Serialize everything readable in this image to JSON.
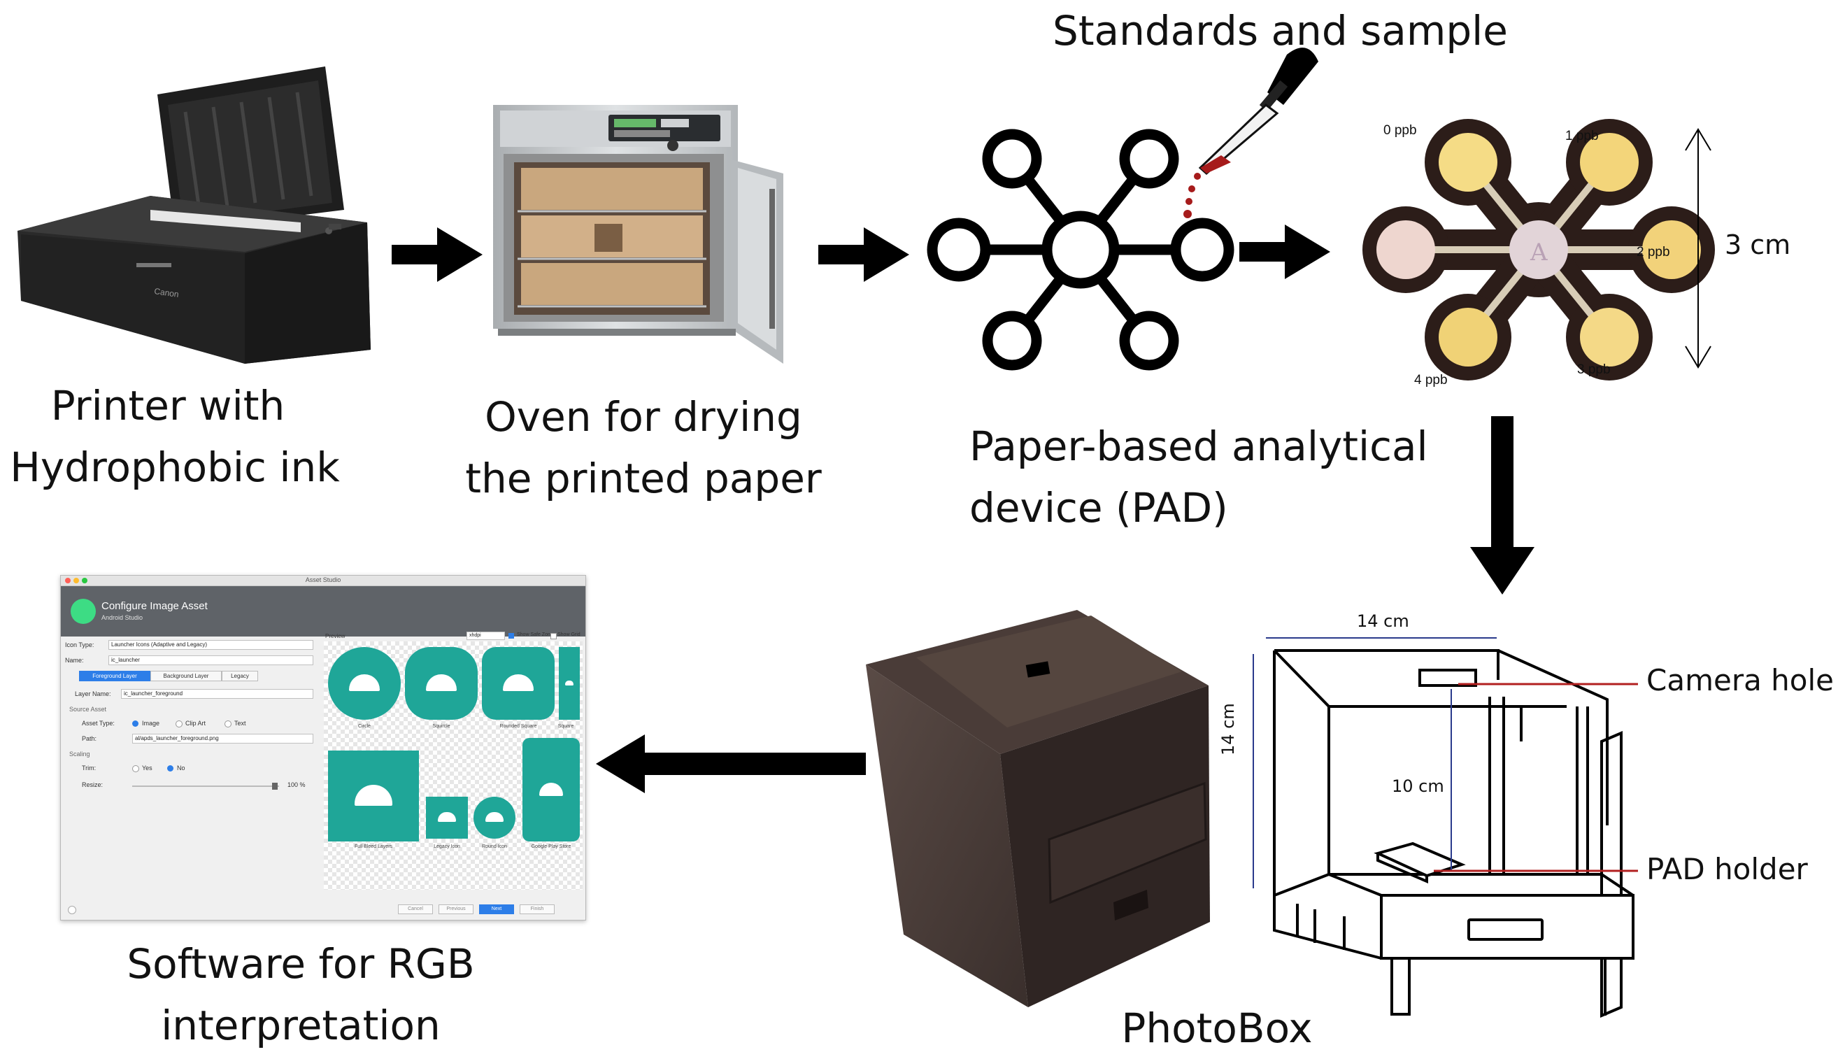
{
  "labels": {
    "printer_line1": "Printer with",
    "printer_line2": "Hydrophobic ink",
    "oven_line1": "Oven for drying",
    "oven_line2": "the printed paper",
    "pad_line1": "Paper-based analytical",
    "pad_line2": "device (PAD)",
    "standards": "Standards and sample",
    "software_line1": "Software for RGB",
    "software_line2": "interpretation",
    "photobox": "PhotoBox"
  },
  "pad_photo": {
    "spots": [
      "0 ppb",
      "1 ppb",
      "2 ppb",
      "3 ppb",
      "4 ppb"
    ],
    "size": "3 cm"
  },
  "photobox_diagram": {
    "width": "14 cm",
    "height": "14 cm",
    "distance": "10 cm",
    "camera_hole": "Camera hole",
    "pad_holder": "PAD holder"
  },
  "software": {
    "window_title": "Asset Studio",
    "header_title": "Configure Image Asset",
    "header_subtitle": "Android Studio",
    "icon_type_label": "Icon Type:",
    "icon_type_value": "Launcher Icons (Adaptive and Legacy)",
    "name_label": "Name:",
    "name_value": "ic_launcher",
    "tabs": [
      "Foreground Layer",
      "Background Layer",
      "Legacy"
    ],
    "layer_name_label": "Layer Name:",
    "layer_name_value": "ic_launcher_foreground",
    "source_asset": "Source Asset",
    "asset_type_label": "Asset Type:",
    "asset_type_options": [
      "Image",
      "Clip Art",
      "Text"
    ],
    "path_label": "Path:",
    "path_value": "al/apds_launcher_foreground.png",
    "scaling": "Scaling",
    "trim_label": "Trim:",
    "trim_options": [
      "Yes",
      "No"
    ],
    "resize_label": "Resize:",
    "resize_value": "100 %",
    "preview_label": "Preview",
    "preview_density": "xhdpi",
    "show_safe_zone": "Show Safe Zone",
    "show_grid": "Show Grid",
    "icon_names": [
      "Circle",
      "Squircle",
      "Rounded Square",
      "Square",
      "Full Bleed Layers",
      "Legacy Icon",
      "Round Icon",
      "Google Play Store"
    ],
    "buttons": [
      "Cancel",
      "Previous",
      "Next",
      "Finish"
    ],
    "accent_color": "#1fa698"
  }
}
